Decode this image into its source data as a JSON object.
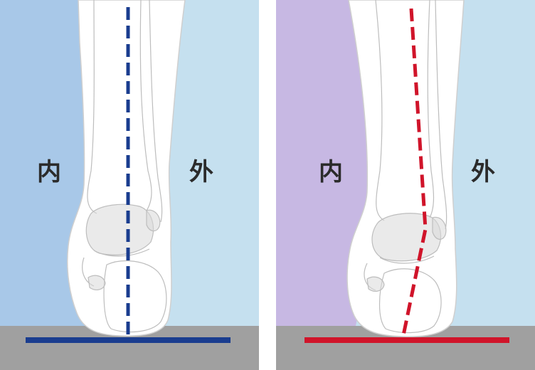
{
  "panels": [
    {
      "id": "neutral",
      "inner_label": "内",
      "outer_label": "外",
      "inner_color": "#a8c8e8",
      "outer_color": "#c5e0ef",
      "axis_color": "#1a3d8f",
      "ground_line_color": "#1a3d8f"
    },
    {
      "id": "tilted",
      "inner_label": "内",
      "outer_label": "外",
      "inner_color": "#c7b8e3",
      "outer_color": "#c5e0ef",
      "axis_color": "#d0142a",
      "ground_line_color": "#d0142a"
    }
  ],
  "colors": {
    "floor": "#a0a0a0",
    "divider": "#ffffff",
    "leg_fill": "#ffffff",
    "leg_stroke": "#cfcfcf",
    "bone_stroke": "#bdbdbd",
    "bone_shade": "#d9d9d9"
  }
}
